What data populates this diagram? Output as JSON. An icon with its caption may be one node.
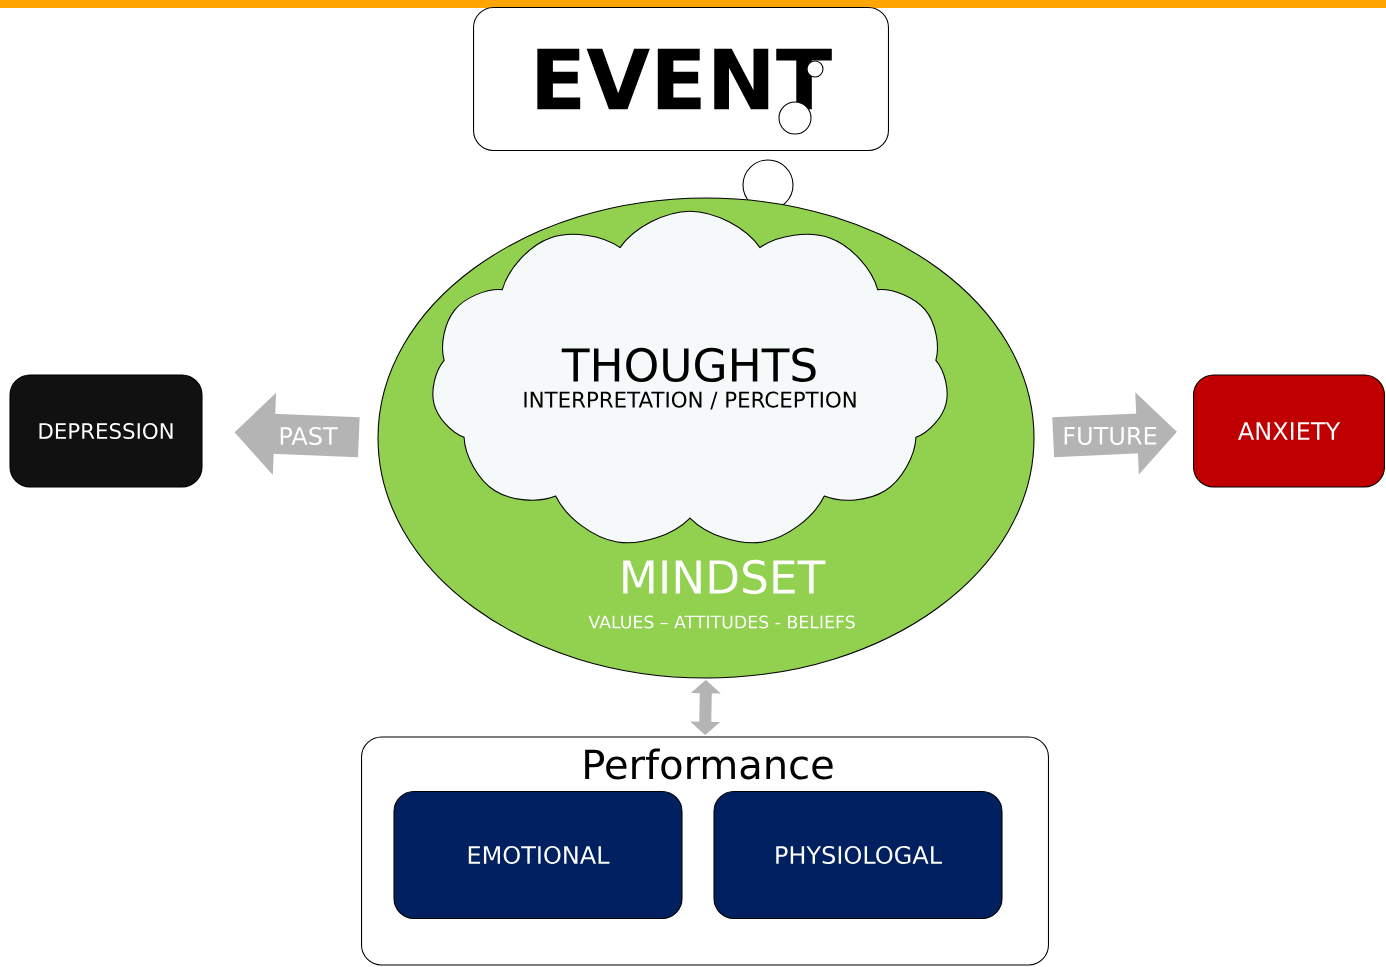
{
  "diagram": {
    "nodes": [
      {
        "text": [
          "EVENT"
        ]
      },
      {
        "text": [
          "MINDSET",
          "VALUES – ATTITUDES - BELIEFS"
        ]
      },
      {
        "text": [
          "THOUGHTS",
          "INTERPRETATION / PERCEPTION"
        ],
        "in": 1
      },
      {
        "text": [
          "DEPRESSION"
        ]
      },
      {
        "text": [
          "ANXIETY"
        ]
      },
      {
        "text": [
          "Performance"
        ]
      },
      {
        "text": [
          "EMOTIONAL"
        ],
        "in": 5
      },
      {
        "text": [
          "PHYSIOLOGAL"
        ],
        "in": 5
      }
    ],
    "edges": [
      {
        "from": 1,
        "to": 3,
        "arrow": "to",
        "label": "PAST"
      },
      {
        "from": 1,
        "to": 4,
        "arrow": "to",
        "label": "FUTURE"
      },
      {
        "from": 1,
        "to": 5,
        "arrow": "both"
      }
    ]
  }
}
